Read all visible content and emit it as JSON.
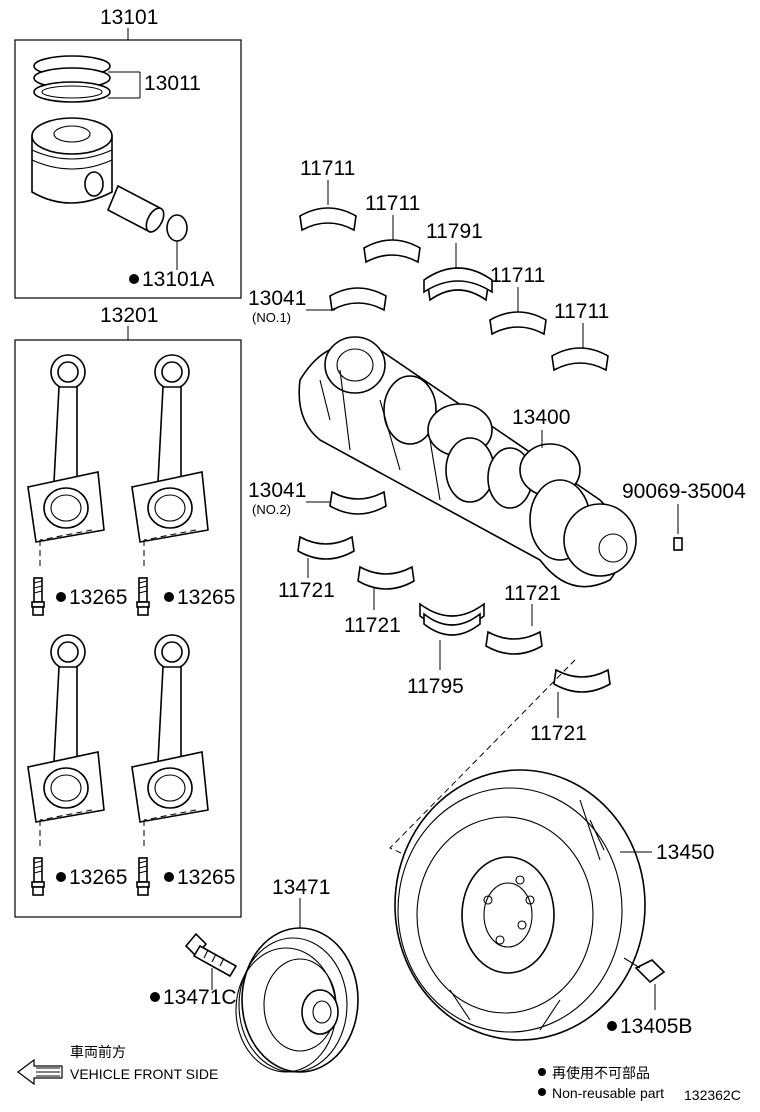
{
  "labels": {
    "p13101": "13101",
    "p13011": "13011",
    "p13101a": "13101A",
    "p13201": "13201",
    "p13265": "13265",
    "p11711": "11711",
    "p11791": "11791",
    "p13041": "13041",
    "no1": "(NO.1)",
    "no2": "(NO.2)",
    "p13400": "13400",
    "p90069": "90069-35004",
    "p11721": "11721",
    "p11795": "11795",
    "p13450": "13450",
    "p13471": "13471",
    "p13471c": "13471C",
    "p13405b": "13405B"
  },
  "legend": {
    "front_jp": "車両前方",
    "front_en": "VEHICLE FRONT SIDE",
    "nonreuse_jp": "再使用不可部品",
    "nonreuse_en": "Non-reusable part"
  },
  "diagram_code": "132362C"
}
